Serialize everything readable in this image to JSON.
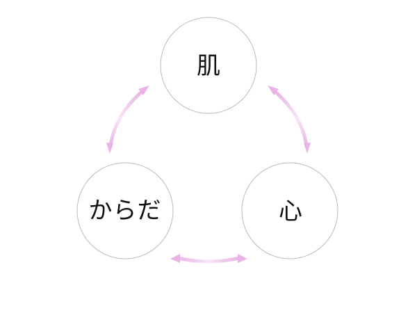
{
  "nodes": {
    "top": {
      "label": "肌"
    },
    "right": {
      "label": "心"
    },
    "left": {
      "label": "からだ"
    }
  },
  "connections": [
    {
      "from": "肌",
      "to": "からだ",
      "type": "bidirectional-arrow"
    },
    {
      "from": "肌",
      "to": "心",
      "type": "bidirectional-arrow"
    },
    {
      "from": "からだ",
      "to": "心",
      "type": "bidirectional-arrow"
    }
  ],
  "colors": {
    "arrow": "#e9b3e6",
    "arrow_light": "#f7e3f5",
    "circle_stroke": "#b9b9b9",
    "text": "#111111"
  }
}
